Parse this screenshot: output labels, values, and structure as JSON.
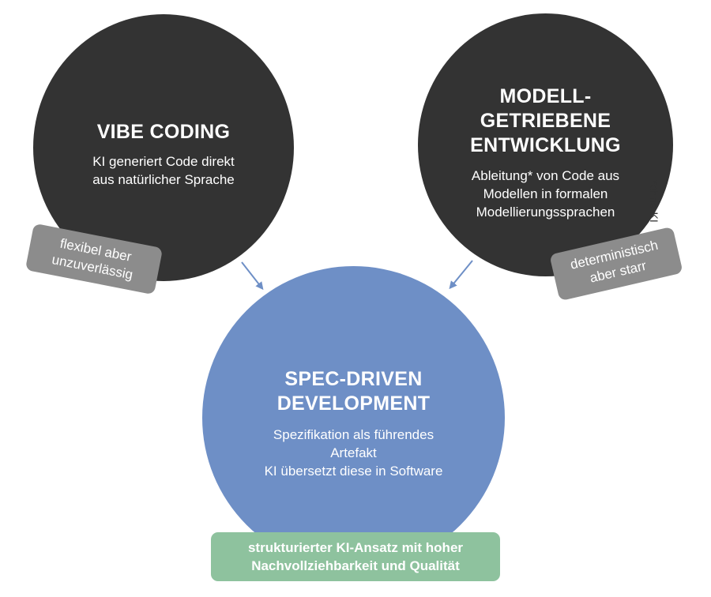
{
  "vibe": {
    "title": "VIBE CODING",
    "desc_line1": "KI generiert Code direkt",
    "desc_line2": "aus natürlicher Sprache",
    "tag_line1": "flexibel aber",
    "tag_line2": "unzuverlässig"
  },
  "mde": {
    "title_line1": "MODELL-",
    "title_line2": "GETRIEBENE",
    "title_line3": "ENTWICKLUNG",
    "desc_line1": "Ableitung* von Code aus",
    "desc_line2": "Modellen in formalen",
    "desc_line3": "Modellierungssprachen",
    "tag_line1": "deterministisch",
    "tag_line2": "aber starr",
    "footnote": "*ohne KI"
  },
  "sdd": {
    "title_line1": "SPEC-DRIVEN",
    "title_line2": "DEVELOPMENT",
    "desc_line1": "Spezifikation als führendes",
    "desc_line2": "Artefakt",
    "desc_line3": "KI übersetzt diese in Software",
    "tag_line1": "strukturierter KI-Ansatz mit hoher",
    "tag_line2": "Nachvollziehbarkeit und Qualität"
  },
  "colors": {
    "dark_circle": "#333333",
    "blue_circle": "#6e8fc6",
    "gray_tag": "#8c8c8c",
    "green_tag": "#8ec29e",
    "arrow": "#6e8fc6"
  }
}
